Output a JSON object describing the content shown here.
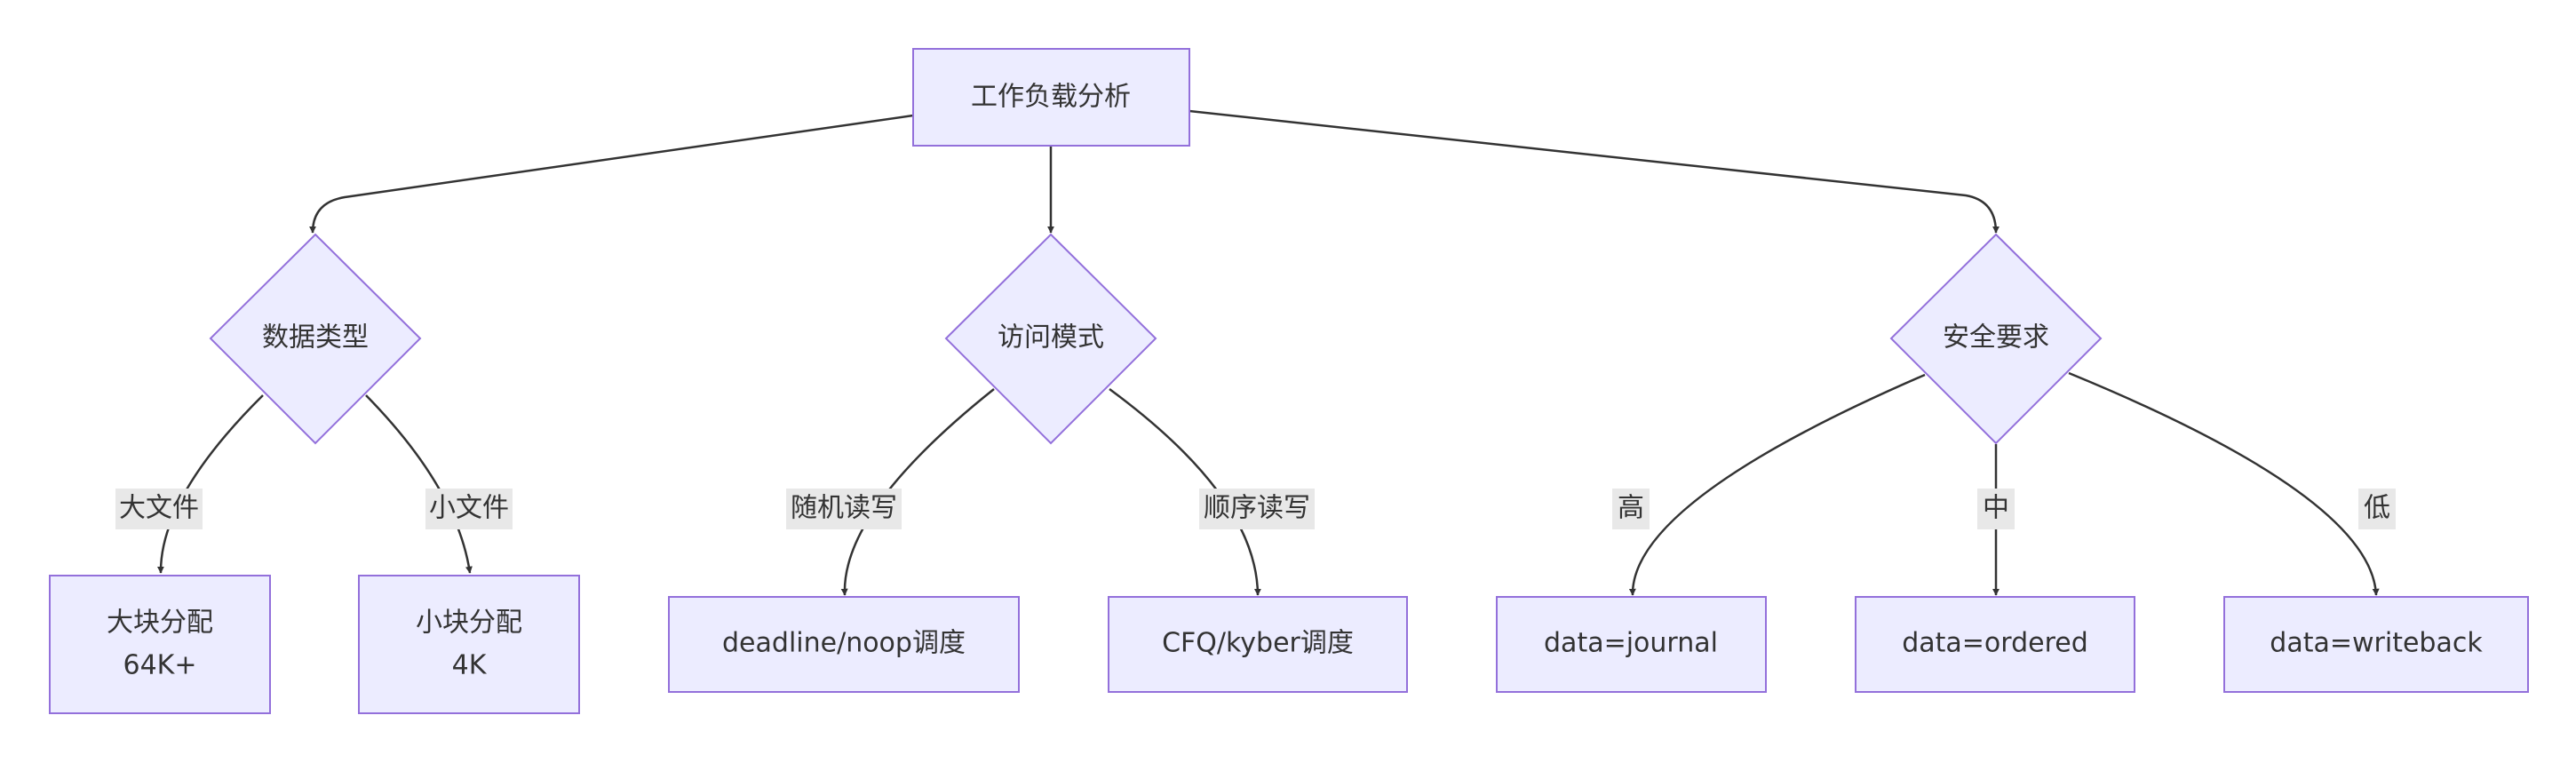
{
  "diagram": {
    "root": {
      "label": "工作负载分析"
    },
    "decisions": [
      {
        "id": "data-type",
        "label": "数据类型"
      },
      {
        "id": "access-mode",
        "label": "访问模式"
      },
      {
        "id": "security",
        "label": "安全要求"
      }
    ],
    "leaves": [
      {
        "id": "large-alloc",
        "lines": [
          "大块分配",
          "64K+"
        ]
      },
      {
        "id": "small-alloc",
        "lines": [
          "小块分配",
          "4K"
        ]
      },
      {
        "id": "deadline",
        "lines": [
          "deadline/noop调度"
        ]
      },
      {
        "id": "cfq",
        "lines": [
          "CFQ/kyber调度"
        ]
      },
      {
        "id": "journal",
        "lines": [
          "data=journal"
        ]
      },
      {
        "id": "ordered",
        "lines": [
          "data=ordered"
        ]
      },
      {
        "id": "writeback",
        "lines": [
          "data=writeback"
        ]
      }
    ],
    "edge_labels": {
      "large_file": "大文件",
      "small_file": "小文件",
      "random_rw": "随机读写",
      "sequential_rw": "顺序读写",
      "high": "高",
      "mid": "中",
      "low": "低"
    }
  }
}
